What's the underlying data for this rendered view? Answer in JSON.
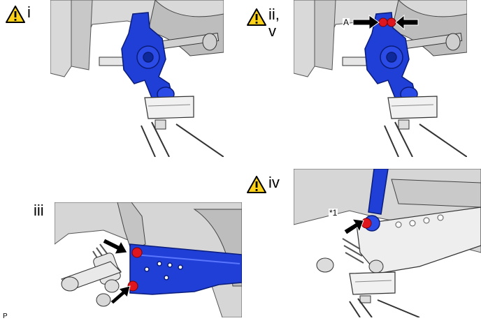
{
  "steps": [
    {
      "label": "i"
    },
    {
      "label": "ii,\nv"
    },
    {
      "label": "iii"
    },
    {
      "label": "iv"
    }
  ],
  "callouts": {
    "a": "A",
    "star1": "*1"
  },
  "footer_code": "P",
  "icons": {
    "warning": "warning-triangle-icon",
    "arrow": "black-pointer-arrow-icon"
  },
  "colors": {
    "highlight_part": "#1f3fd6",
    "bolt": "#e0161e",
    "warning_fill": "#ffd21a"
  }
}
